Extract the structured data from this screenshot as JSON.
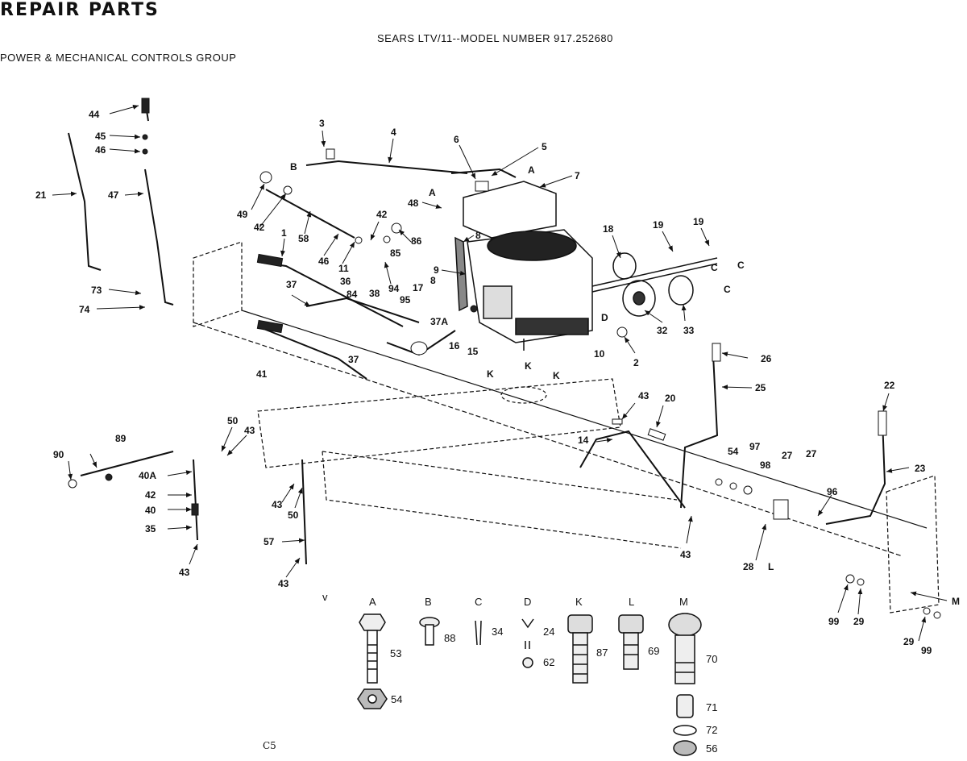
{
  "header": {
    "title": "REPAIR PARTS",
    "model_line": "SEARS LTV/11--MODEL NUMBER 917.252680",
    "group": "POWER & MECHANICAL CONTROLS GROUP"
  },
  "page_code": "C5",
  "callouts": {
    "c44": "44",
    "c45": "45",
    "c46": "46",
    "c47": "47",
    "c21": "21",
    "c73": "73",
    "c74": "74",
    "c3": "3",
    "c4": "4",
    "c6": "6",
    "c5": "5",
    "c7": "7",
    "cA1": "A",
    "cA2": "A",
    "cB": "B",
    "c48": "48",
    "c49": "49",
    "c42a": "42",
    "c58": "58",
    "c1": "1",
    "c46b": "46",
    "c11": "11",
    "c42b": "42",
    "c86": "86",
    "c85": "85",
    "c8": "8",
    "c9": "9",
    "c94": "94",
    "c37": "37",
    "c36": "36",
    "c84": "84",
    "c38": "38",
    "c95": "95",
    "c17": "17",
    "c8b": "8",
    "c37a": "37A",
    "c16": "16",
    "c15": "15",
    "c10": "10",
    "c37b": "37",
    "c41": "41",
    "c18": "18",
    "c19a": "19",
    "c19b": "19",
    "cC1": "C",
    "cC2": "C",
    "cC3": "C",
    "cD": "D",
    "c32": "32",
    "c33": "33",
    "c2": "2",
    "c26": "26",
    "c25": "25",
    "c22": "22",
    "cK1": "K",
    "cK2": "K",
    "cK3": "K",
    "c43a": "43",
    "c20": "20",
    "c14": "14",
    "c54": "54",
    "c97": "97",
    "c98": "98",
    "c27a": "27",
    "c27b": "27",
    "c23": "23",
    "c96": "96",
    "c43b": "43",
    "c28": "28",
    "cL": "L",
    "c99": "99",
    "c29": "29",
    "cM": "M",
    "c29b": "29",
    "c99b": "99",
    "c90": "90",
    "c89": "89",
    "c50a": "50",
    "c43c": "43",
    "c40a": "40A",
    "c42c": "42",
    "c40": "40",
    "c35": "35",
    "c43d": "43",
    "c43e": "43",
    "c50b": "50",
    "c57": "57",
    "c43f": "43"
  },
  "hardware_key": {
    "v": "v",
    "items": [
      {
        "letter": "A",
        "part": "53",
        "nut": "54"
      },
      {
        "letter": "B",
        "part": "88"
      },
      {
        "letter": "C",
        "part": "34"
      },
      {
        "letter": "D",
        "part": "24",
        "part2": "62"
      },
      {
        "letter": "K",
        "part": "87"
      },
      {
        "letter": "L",
        "part": "69"
      },
      {
        "letter": "M",
        "part": "70",
        "extra1": "71",
        "extra2": "72",
        "extra3": "56"
      }
    ]
  }
}
